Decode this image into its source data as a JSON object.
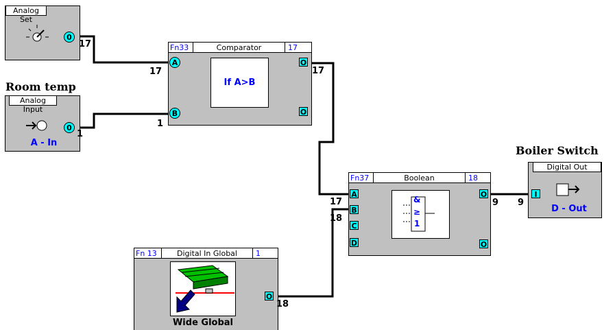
{
  "labels": {
    "room_temp": "Room temp",
    "boiler_switch": "Boiler Switch"
  },
  "analog_set": {
    "title": "Analog Set",
    "out_port": "0",
    "out_value": "17",
    "icon": "dial-icon"
  },
  "analog_input": {
    "title": "Analog Input",
    "out_port": "0",
    "out_value": "1",
    "label": "A - In",
    "icon": "sensor-icon"
  },
  "comparator": {
    "fn": "Fn33",
    "title": "Comparator",
    "num": "17",
    "port_a": "A",
    "port_b": "B",
    "in_a_value": "17",
    "in_b_value": "1",
    "out_port_1": "O",
    "out_port_2": "O",
    "out_value": "17",
    "expression": "If A>B"
  },
  "boolean": {
    "fn": "Fn37",
    "title": "Boolean",
    "num": "18",
    "port_a": "A",
    "port_b": "B",
    "port_c": "C",
    "port_d": "D",
    "in_a_value": "17",
    "in_b_value": "18",
    "out_port_1": "O",
    "out_port_2": "O",
    "out_value": "9",
    "gate_and": "&",
    "gate_ge": "≥",
    "gate_one": "1"
  },
  "digital_out": {
    "title": "Digital Out",
    "in_port": "I",
    "in_value": "9",
    "label": "D - Out",
    "icon": "output-arrow-icon"
  },
  "digital_in_global": {
    "fn": "Fn 13",
    "title": "Digital In Global",
    "num": "1",
    "out_port": "O",
    "out_value": "18",
    "label": "Wide Global",
    "icon": "global-network-icon"
  },
  "colors": {
    "block": "#c0c0c0",
    "port": "#00ffff",
    "accent": "#0000ff",
    "wire": "#000000"
  }
}
